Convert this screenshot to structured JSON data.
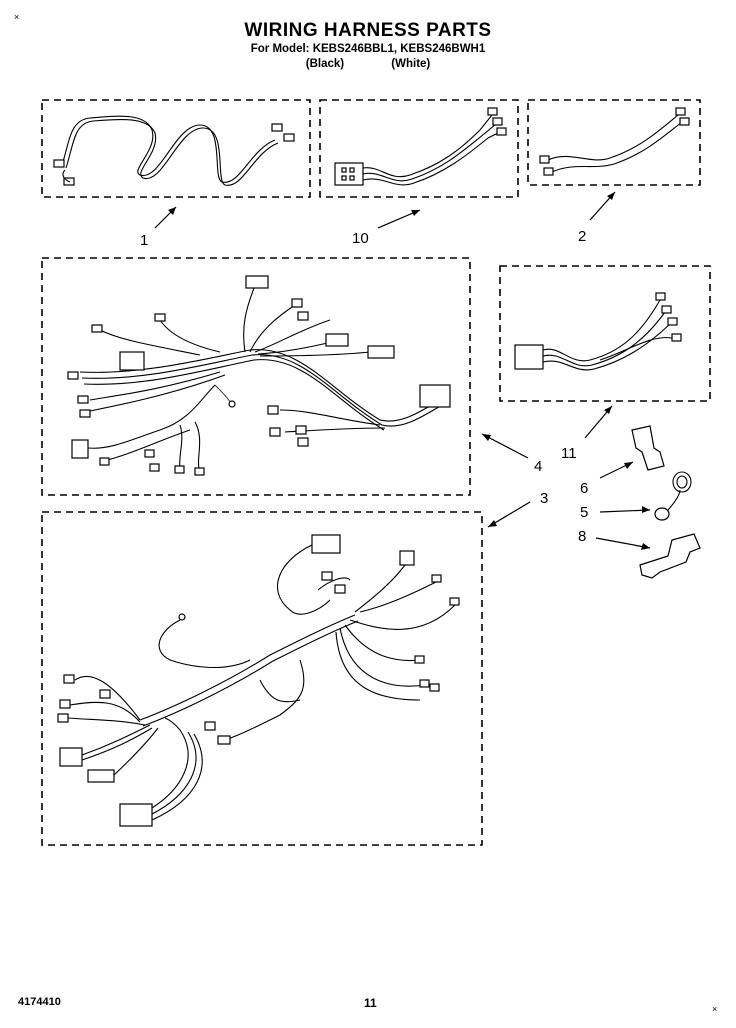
{
  "header": {
    "title": "WIRING HARNESS PARTS",
    "model_line": "For Model: KEBS246BBL1, KEBS246BWH1",
    "color_black": "(Black)",
    "color_white": "(White)"
  },
  "callouts": {
    "c1": "1",
    "c10": "10",
    "c2": "2",
    "c11": "11",
    "c4": "4",
    "c3": "3",
    "c6": "6",
    "c5": "5",
    "c8": "8"
  },
  "corner_marks": {
    "top_left": "×",
    "bottom_right": "×"
  },
  "footer": {
    "part_number": "4174410",
    "page_number": "11"
  }
}
